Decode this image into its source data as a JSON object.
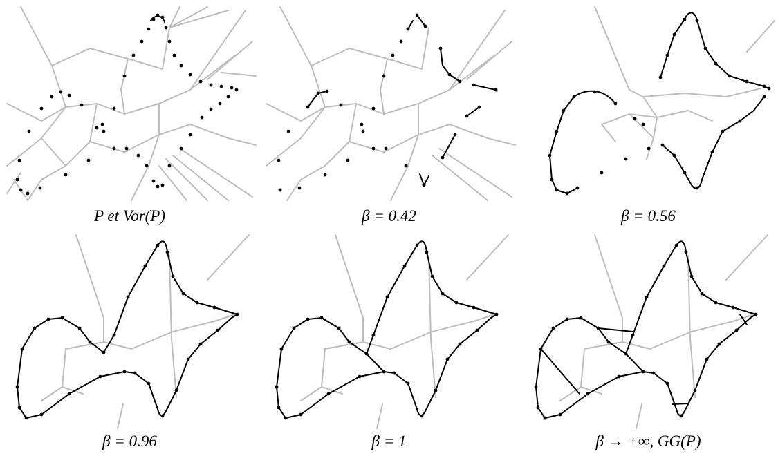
{
  "figure": {
    "panels": [
      {
        "caption": "P et Vor(P)"
      },
      {
        "caption": "β = 0.42"
      },
      {
        "caption": "β = 0.56"
      },
      {
        "caption": "β = 0.96"
      },
      {
        "caption": "β = 1"
      },
      {
        "caption": "β → +∞, GG(P)"
      }
    ]
  },
  "colors": {
    "voronoi_edge": "#bdbdbd",
    "graph_edge": "#000000",
    "point": "#000000"
  }
}
